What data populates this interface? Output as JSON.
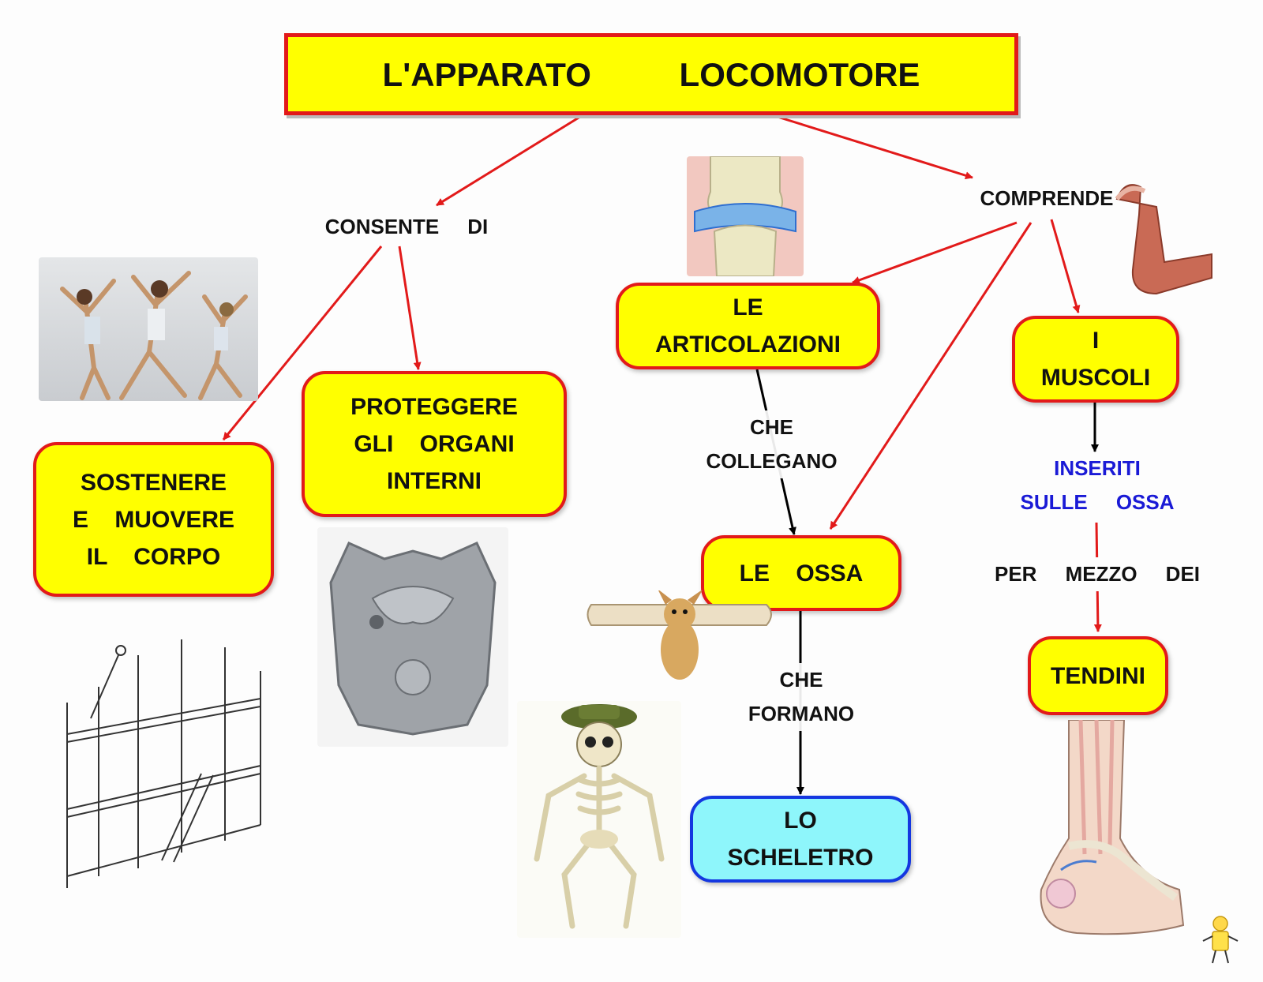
{
  "title": "L'APPARATO LOCOMOTORE",
  "nodes": {
    "sostenere": "SOSTENERE\nE    MUOVERE\nIL    CORPO",
    "proteggere": "PROTEGGERE\nGLI    ORGANI\nINTERNI",
    "articolazioni": "LE\nARTICOLAZIONI",
    "muscoli": "I\nMUSCOLI",
    "ossa": "LE    OSSA",
    "tendini": "TENDINI",
    "scheletro": "LO\nSCHELETRO"
  },
  "labels": {
    "consente": "CONSENTE     DI",
    "comprende": "COMPRENDE",
    "collegano": "CHE\nCOLLEGANO",
    "formano": "CHE\nFORMANO",
    "inseriti": "INSERITI\nSULLE     OSSA",
    "mezzo": "PER     MEZZO     DEI"
  },
  "colors": {
    "node_fill": "#ffff00",
    "node_border": "#e21a1a",
    "arrow_red": "#e21a1a",
    "arrow_black": "#000000",
    "scheletro_fill": "#8ef6fb",
    "scheletro_border": "#1437e0",
    "inseriti_text": "#1a1ad6"
  },
  "pictures": [
    "stretching-photo",
    "scaffolding-drawing",
    "breastplate-armor",
    "knee-joint",
    "flexed-arm-muscle",
    "dog-with-bone",
    "cartoon-skeleton",
    "foot-tendons",
    "mascot-logo"
  ]
}
